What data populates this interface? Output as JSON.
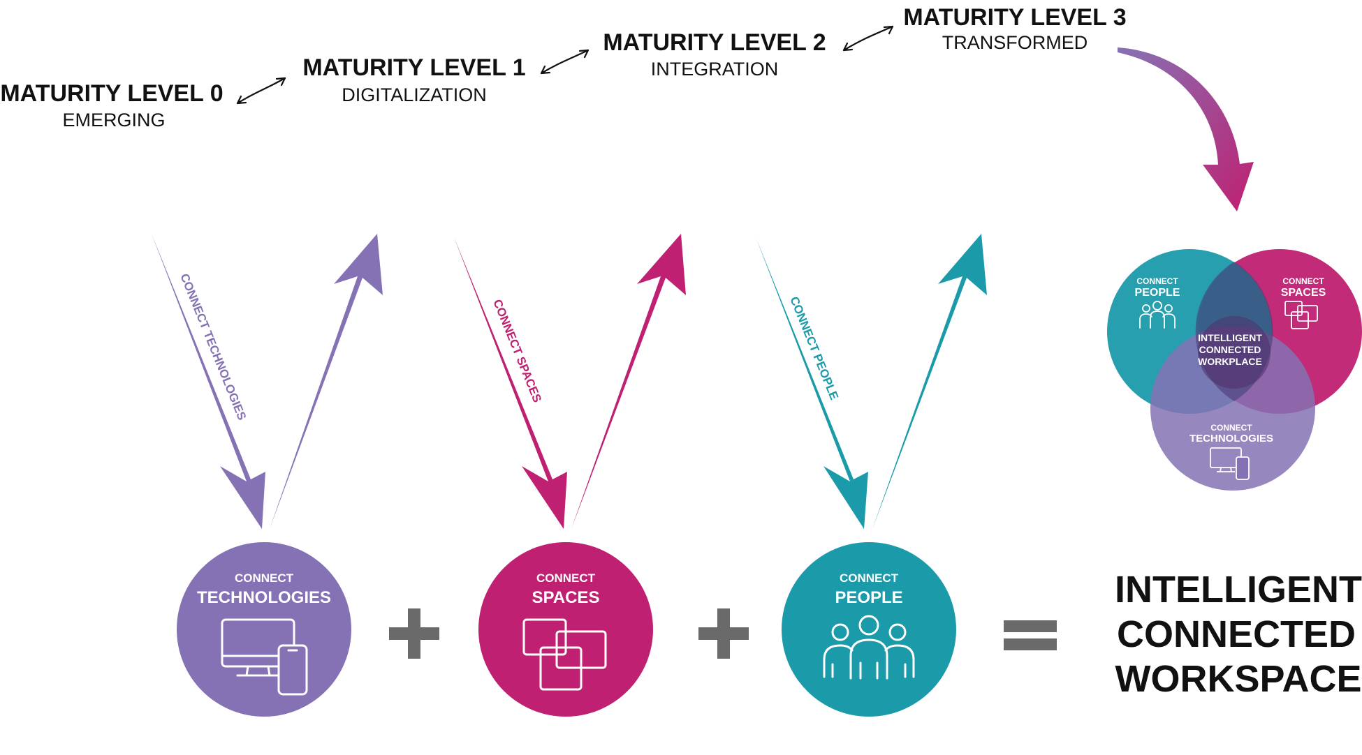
{
  "maturity_levels": [
    {
      "title": "MATURITY LEVEL 0",
      "subtitle": "EMERGING"
    },
    {
      "title": "MATURITY LEVEL 1",
      "subtitle": "DIGITALIZATION"
    },
    {
      "title": "MATURITY LEVEL 2",
      "subtitle": "INTEGRATION"
    },
    {
      "title": "MATURITY LEVEL 3",
      "subtitle": "TRANSFORMED"
    }
  ],
  "arrow_labels": {
    "technologies": "CONNECT TECHNOLOGIES",
    "spaces": "CONNECT SPACES",
    "people": "CONNECT PEOPLE"
  },
  "pillars": [
    {
      "small": "CONNECT",
      "big": "TECHNOLOGIES",
      "icon": "devices-icon"
    },
    {
      "small": "CONNECT",
      "big": "SPACES",
      "icon": "spaces-icon"
    },
    {
      "small": "CONNECT",
      "big": "PEOPLE",
      "icon": "people-icon"
    }
  ],
  "operators": {
    "plus": "+",
    "equals": "="
  },
  "result": {
    "line1": "INTELLIGENT",
    "line2": "CONNECTED",
    "line3": "WORKSPACE"
  },
  "venn": {
    "people": {
      "small": "CONNECT",
      "big": "PEOPLE"
    },
    "spaces": {
      "small": "CONNECT",
      "big": "SPACES"
    },
    "technologies": {
      "small": "CONNECT",
      "big": "TECHNOLOGIES"
    },
    "center": {
      "line1": "INTELLIGENT",
      "line2": "CONNECTED",
      "line3": "WORKPLACE"
    }
  },
  "colors": {
    "purple": "#8572b4",
    "magenta": "#bf2071",
    "teal": "#1b9aaa",
    "dark": "#111111",
    "gray": "#6a6a6a"
  }
}
